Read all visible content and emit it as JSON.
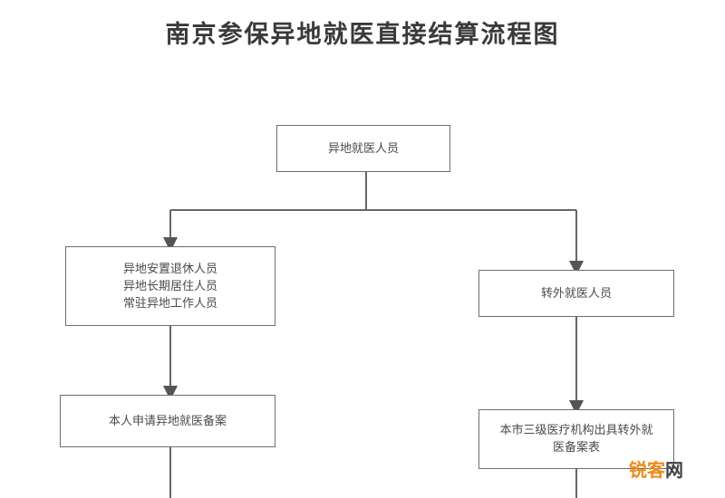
{
  "title": "南京参保异地就医直接结算流程图",
  "nodes": {
    "root": "异地就医人员",
    "left_group": [
      "异地安置退休人员",
      "异地长期居住人员",
      "常驻异地工作人员"
    ],
    "right_group": "转外就医人员",
    "left_step": "本人申请异地就医备案",
    "right_step": [
      "本市三级医疗机构出具转外就医备案表"
    ]
  },
  "watermark": {
    "brand": "锐客",
    "suffix": "网"
  }
}
